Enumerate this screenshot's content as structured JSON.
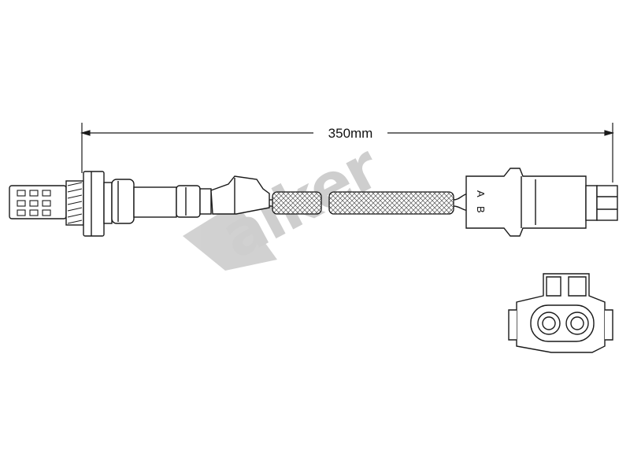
{
  "dimension": {
    "label": "350mm"
  },
  "connector": {
    "pin_a": "A",
    "pin_b": "B"
  },
  "watermark": {
    "text": "Walker"
  },
  "colors": {
    "line": "#1a1a1a",
    "watermark": "#c9c9c9",
    "background": "#ffffff"
  }
}
